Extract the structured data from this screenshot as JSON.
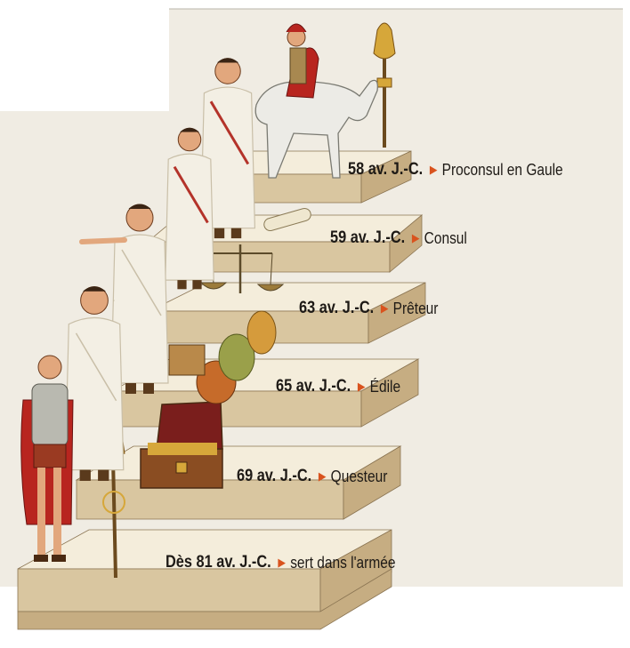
{
  "career_steps": [
    {
      "date": "Dès 81 av. J.-C.",
      "office": "sert dans l'armée"
    },
    {
      "date": "69 av. J.-C.",
      "office": "Questeur"
    },
    {
      "date": "65 av. J.-C.",
      "office": "Édile"
    },
    {
      "date": "63 av. J.-C.",
      "office": "Prêteur"
    },
    {
      "date": "59 av. J.-C.",
      "office": "Consul"
    },
    {
      "date": "58 av. J.-C.",
      "office": "Proconsul en Gaule"
    }
  ],
  "marker_glyph": "▶",
  "colors": {
    "background": "#ffffff",
    "wall": "#f0ece3",
    "step_top": "#f4eddb",
    "step_riser": "#d9c6a0",
    "step_side": "#c6ad82",
    "step_edge": "#8a7452",
    "text": "#1e1a16",
    "marker": "#d9531e",
    "toga": "#f3efe4",
    "toga_fold": "#c9bfa8",
    "toga_stripe": "#b4332a",
    "skin": "#e2a77d",
    "cloak": "#b8251f",
    "armor": "#b9b9b0",
    "gold": "#d6a73a",
    "wood": "#8a4d22",
    "horse": "#ecebe6"
  },
  "icons": [
    "legionary-figure",
    "tribune-figure",
    "quaestor-figure",
    "aedile-figure",
    "praetor-figure",
    "consul-figure",
    "proconsul-rider",
    "eagle-standard",
    "vexillum-standard",
    "treasure-chest",
    "amphora",
    "scales",
    "scroll"
  ]
}
